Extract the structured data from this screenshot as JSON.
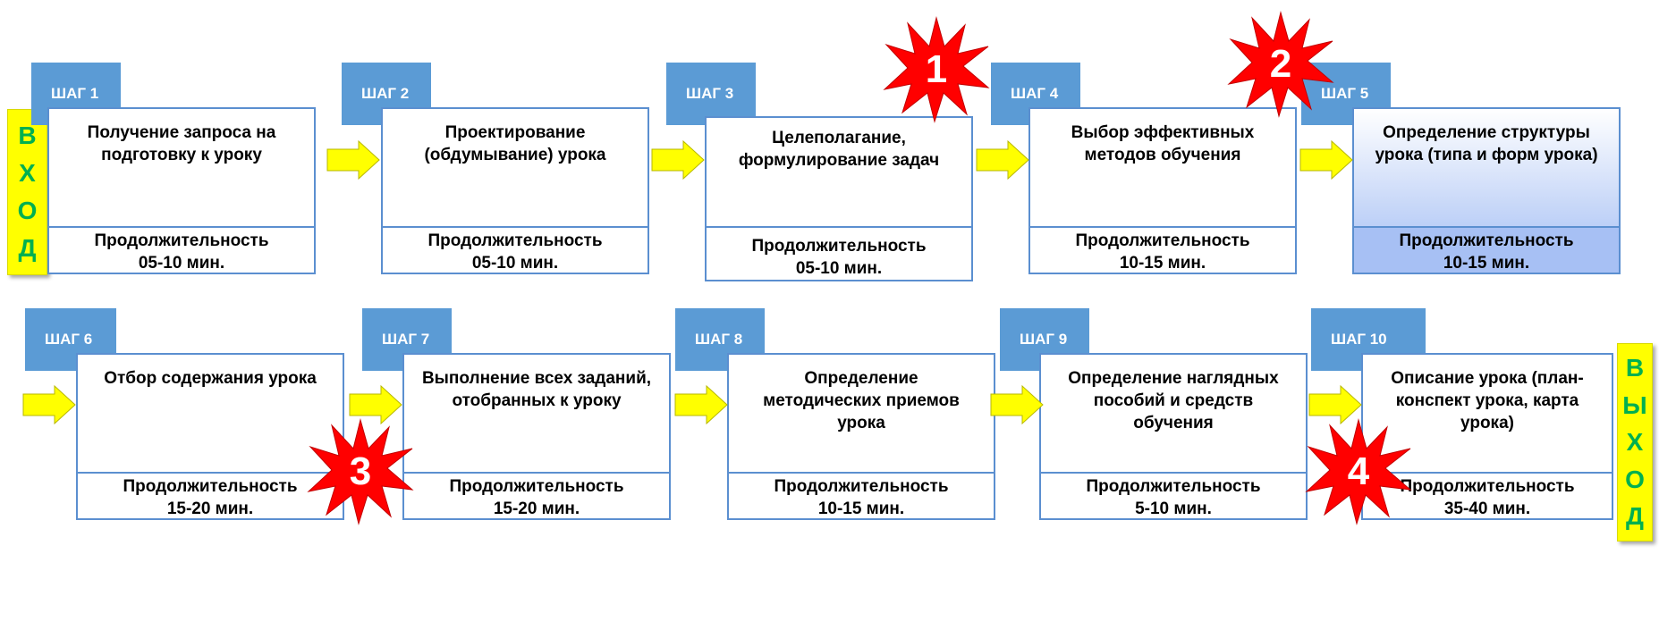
{
  "entry": {
    "letters": [
      "В",
      "Х",
      "О",
      "Д"
    ]
  },
  "exit": {
    "letters": [
      "В",
      "Ы",
      "Х",
      "О",
      "Д"
    ]
  },
  "steps": [
    {
      "tab": "ШАГ 1",
      "title": "Получение запроса на подготовку к уроку",
      "dur_label": "Продолжительность",
      "dur_value": "05-10 мин."
    },
    {
      "tab": "ШАГ 2",
      "title": "Проектирование (обдумывание) урока",
      "dur_label": "Продолжительность",
      "dur_value": "05-10 мин."
    },
    {
      "tab": "ШАГ 3",
      "title": "Целеполагание, формулирование задач",
      "dur_label": "Продолжительность",
      "dur_value": "05-10 мин."
    },
    {
      "tab": "ШАГ 4",
      "title": "Выбор эффективных методов обучения",
      "dur_label": "Продолжительность",
      "dur_value": "10-15 мин."
    },
    {
      "tab": "ШАГ 5",
      "title": "Определение структуры урока (типа и форм урока)",
      "dur_label": "Продолжительность",
      "dur_value": "10-15 мин."
    },
    {
      "tab": "ШАГ 6",
      "title": "Отбор содержания урока",
      "dur_label": "Продолжительность",
      "dur_value": "15-20 мин."
    },
    {
      "tab": "ШАГ 7",
      "title": "Выполнение всех заданий, отобранных к уроку",
      "dur_label": "Продолжительность",
      "dur_value": "15-20 мин."
    },
    {
      "tab": "ШАГ 8",
      "title": "Определение методических приемов урока",
      "dur_label": "Продолжительность",
      "dur_value": "10-15 мин."
    },
    {
      "tab": "ШАГ 9",
      "title": "Определение наглядных пособий и средств обучения",
      "dur_label": "Продолжительность",
      "dur_value": "5-10 мин."
    },
    {
      "tab": "ШАГ 10",
      "title": "Описание урока (план-конспект урока, карта урока)",
      "dur_label": "Продолжительность",
      "dur_value": "35-40 мин."
    }
  ],
  "stars": [
    "1",
    "2",
    "3",
    "4"
  ],
  "colors": {
    "tab": "#5b9bd5",
    "border": "#5b8fd0",
    "arrow": "#ffff00",
    "side_text": "#00b050",
    "star": "#ff0000"
  }
}
